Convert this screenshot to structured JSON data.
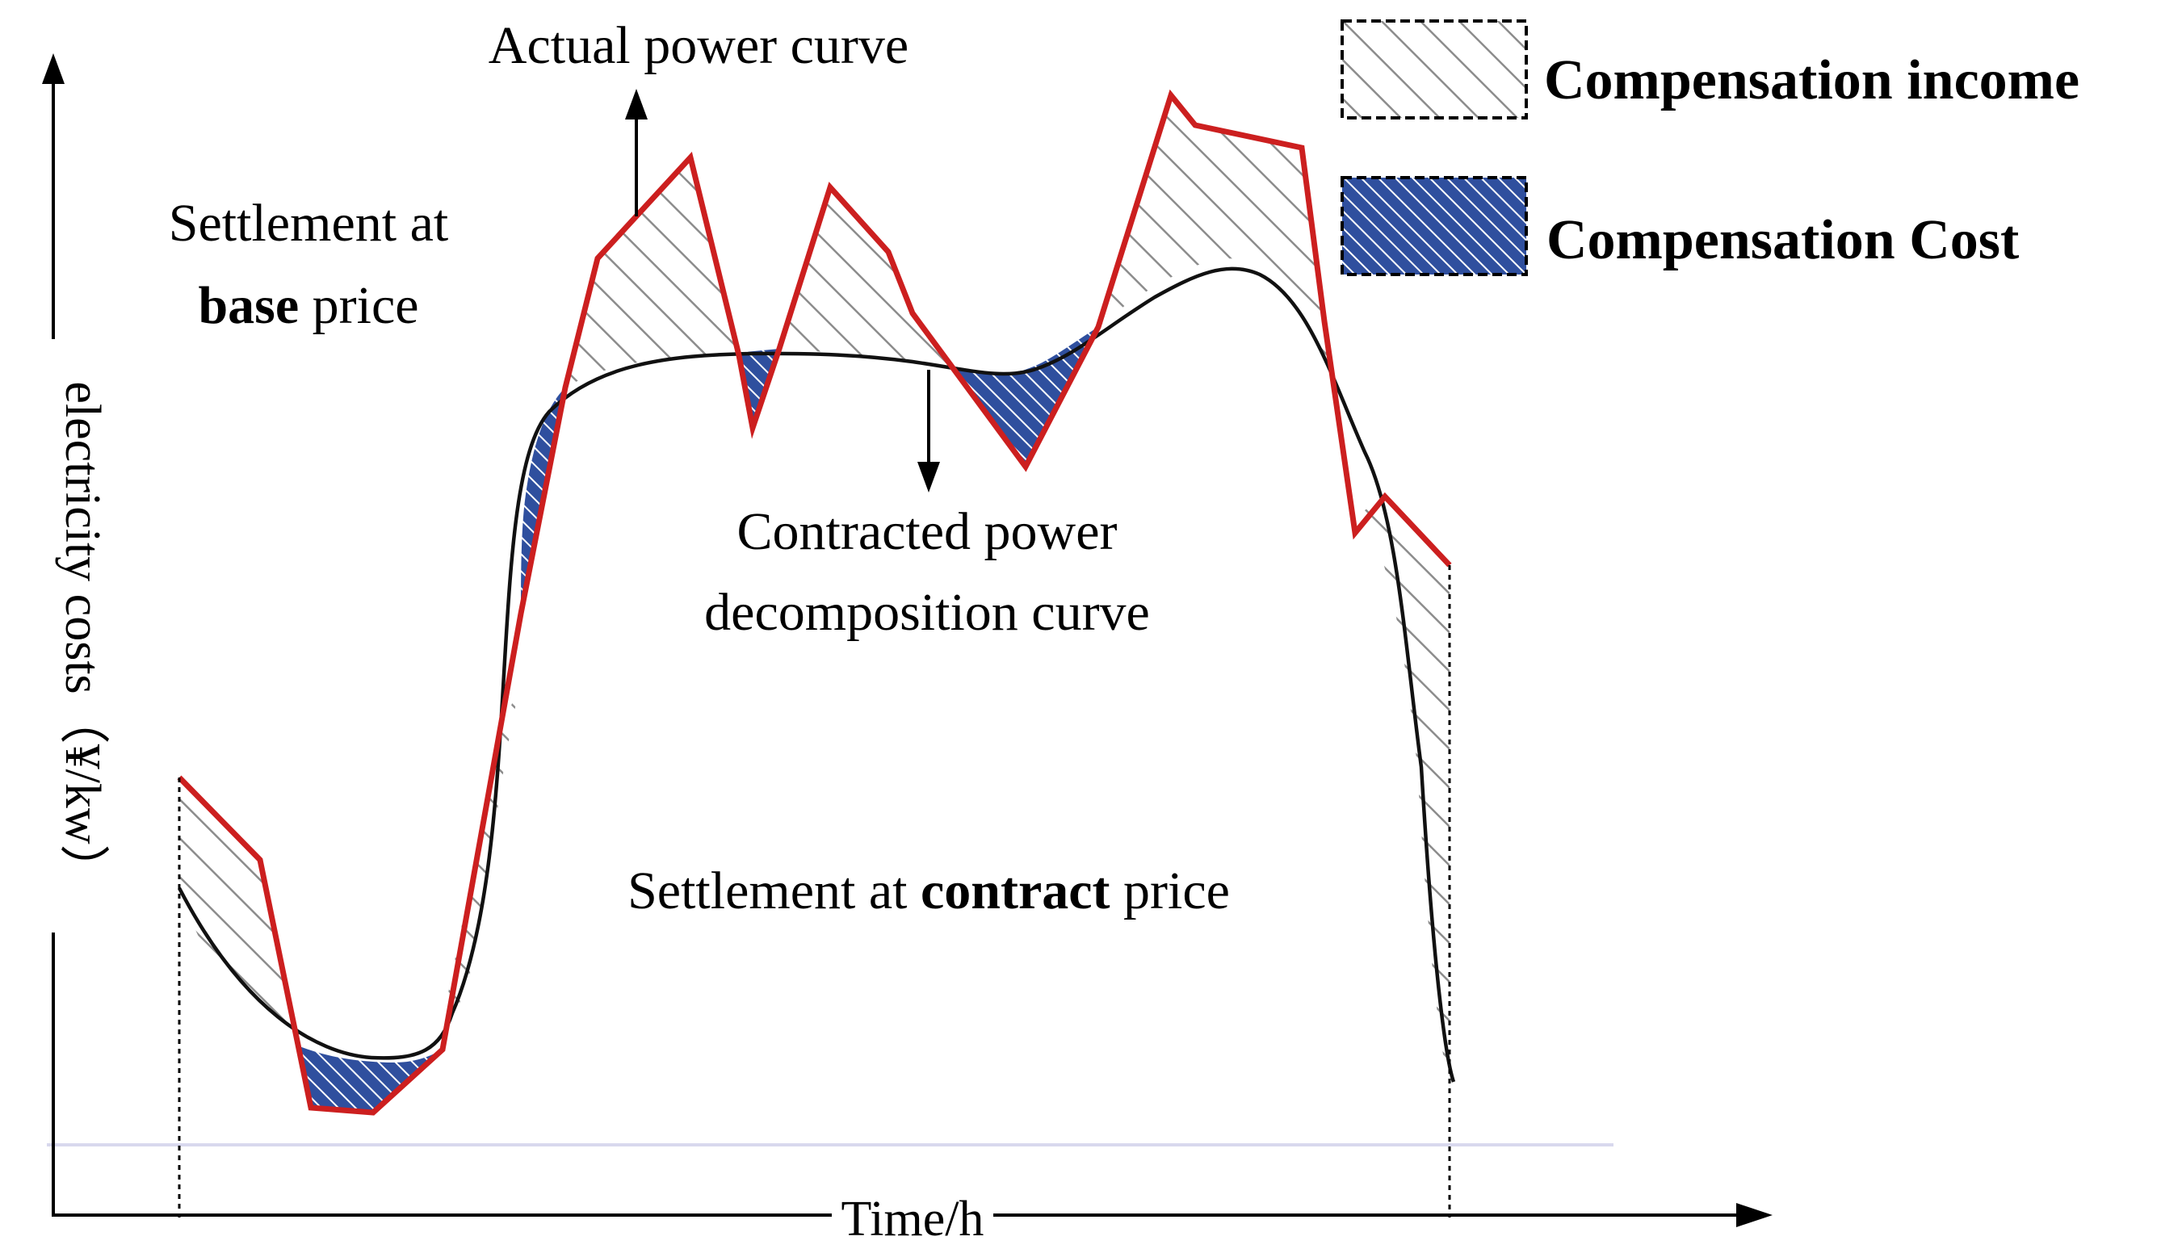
{
  "axes": {
    "y_label": "electricity costs（¥/kw）",
    "x_label": "Time/h"
  },
  "annotations": {
    "actual_curve": "Actual power curve",
    "contracted_curve_line1": "Contracted power",
    "contracted_curve_line2": "decomposition curve",
    "base_price_line1": "Settlement at",
    "base_price_bold": "base",
    "base_price_rest": " price",
    "contract_price_prefix": "Settlement at ",
    "contract_price_bold": "contract",
    "contract_price_rest": " price"
  },
  "legend": {
    "income": "Compensation income",
    "cost": "Compensation Cost"
  },
  "colors": {
    "actual_curve": "#cc1f1f",
    "contracted_curve": "#111111",
    "income_hatch": "#8c8c8c",
    "cost_hatch": "#2f4f9e",
    "baseline": "#d8d8ee"
  }
}
